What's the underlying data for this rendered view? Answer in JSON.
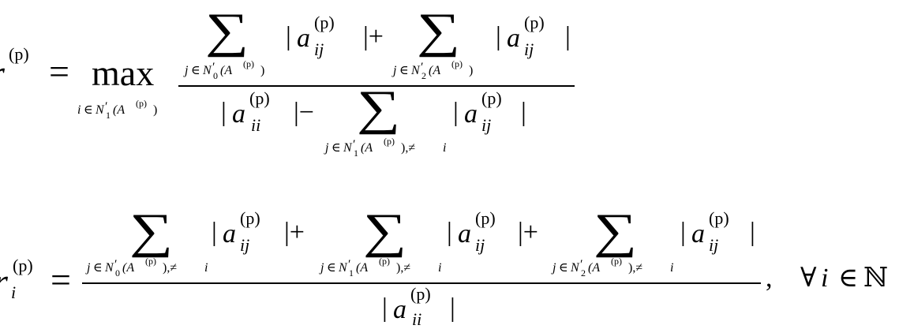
{
  "formula1": {
    "lhs_sym": "r",
    "lhs_sup": "(p)",
    "eq": "=",
    "max": "max",
    "max_sub_i": "i",
    "max_sub_in": "∈",
    "max_sub_N": "N",
    "max_sub_prime": "′",
    "max_sub_k": "1",
    "max_sub_A": "(A",
    "max_sub_Ap": "(p)",
    "max_sub_close": ")",
    "num_sum1_sub_j": "j",
    "num_sum1_sub_in": "∈",
    "num_sum1_sub_N": "N",
    "num_sum1_sub_prime": "′",
    "num_sum1_sub_k": "0",
    "num_sum1_sub_A": "(A",
    "num_sum1_sub_Ap": "(p)",
    "num_sum1_sub_close": ")",
    "num_term1_bar1": "|",
    "num_term1_a": "a",
    "num_term1_sub": "ij",
    "num_term1_sup": "(p)",
    "num_plus": "|+",
    "num_sum2_sub_j": "j",
    "num_sum2_sub_in": "∈",
    "num_sum2_sub_N": "N",
    "num_sum2_sub_prime": "′",
    "num_sum2_sub_k": "2",
    "num_sum2_sub_A": "(A",
    "num_sum2_sub_Ap": "(p)",
    "num_sum2_sub_close": ")",
    "num_term2_bar1": "|",
    "num_term2_a": "a",
    "num_term2_sub": "ij",
    "num_term2_sup": "(p)",
    "num_term2_bar2": "|",
    "den_bar1": "|",
    "den_a": "a",
    "den_sub": "ii",
    "den_sup": "(p)",
    "den_minus": "|−",
    "den_sum_sub_j": "j",
    "den_sum_sub_in": "∈",
    "den_sum_sub_N": "N",
    "den_sum_sub_prime": "′",
    "den_sum_sub_k": "1",
    "den_sum_sub_A": "(A",
    "den_sum_sub_Ap": "(p)",
    "den_sum_sub_close": "),≠",
    "den_sum_sub_i": "i",
    "den_term_bar1": "|",
    "den_term_a": "a",
    "den_term_sub": "ij",
    "den_term_sup": "(p)",
    "den_term_bar2": "|"
  },
  "formula2": {
    "lhs_sym": "r",
    "lhs_sub": "i",
    "lhs_sup": "(p)",
    "eq": "=",
    "num_sum1_sub_j": "j",
    "num_sum1_sub_in": "∈",
    "num_sum1_sub_N": "N",
    "num_sum1_sub_prime": "′",
    "num_sum1_sub_k": "0",
    "num_sum1_sub_A": "(A",
    "num_sum1_sub_Ap": "(p)",
    "num_sum1_sub_close": "),≠",
    "num_sum1_sub_i": "i",
    "num_term1_bar1": "|",
    "num_term1_a": "a",
    "num_term1_sub": "ij",
    "num_term1_sup": "(p)",
    "num_plus1": "|+",
    "num_sum2_sub_j": "j",
    "num_sum2_sub_in": "∈",
    "num_sum2_sub_N": "N",
    "num_sum2_sub_prime": "′",
    "num_sum2_sub_k": "1",
    "num_sum2_sub_A": "(A",
    "num_sum2_sub_Ap": "(p)",
    "num_sum2_sub_close": "),≠",
    "num_sum2_sub_i": "i",
    "num_term2_bar1": "|",
    "num_term2_a": "a",
    "num_term2_sub": "ij",
    "num_term2_sup": "(p)",
    "num_plus2": "|+",
    "num_sum3_sub_j": "j",
    "num_sum3_sub_in": "∈",
    "num_sum3_sub_N": "N",
    "num_sum3_sub_prime": "′",
    "num_sum3_sub_k": "2",
    "num_sum3_sub_A": "(A",
    "num_sum3_sub_Ap": "(p)",
    "num_sum3_sub_close": "),≠",
    "num_sum3_sub_i": "i",
    "num_term3_bar1": "|",
    "num_term3_a": "a",
    "num_term3_sub": "ij",
    "num_term3_sup": "(p)",
    "num_term3_bar2": "|",
    "den_bar1": "|",
    "den_a": "a",
    "den_sub": "ii",
    "den_sup": "(p)",
    "den_bar2": "|",
    "comma": ",",
    "forall": "∀",
    "forall_i": "i",
    "in": "∈",
    "set": "ℕ"
  },
  "sigma_glyph": "∑"
}
